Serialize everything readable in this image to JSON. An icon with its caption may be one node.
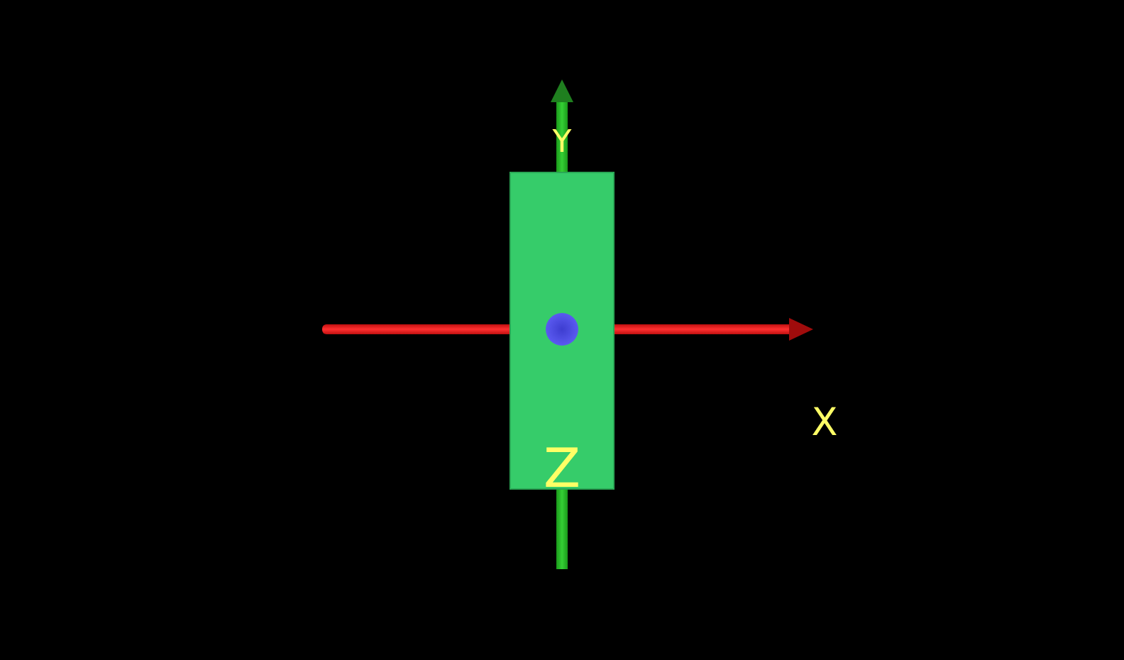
{
  "diagram": {
    "labels": [
      "Y",
      "X",
      "Z"
    ]
  }
}
